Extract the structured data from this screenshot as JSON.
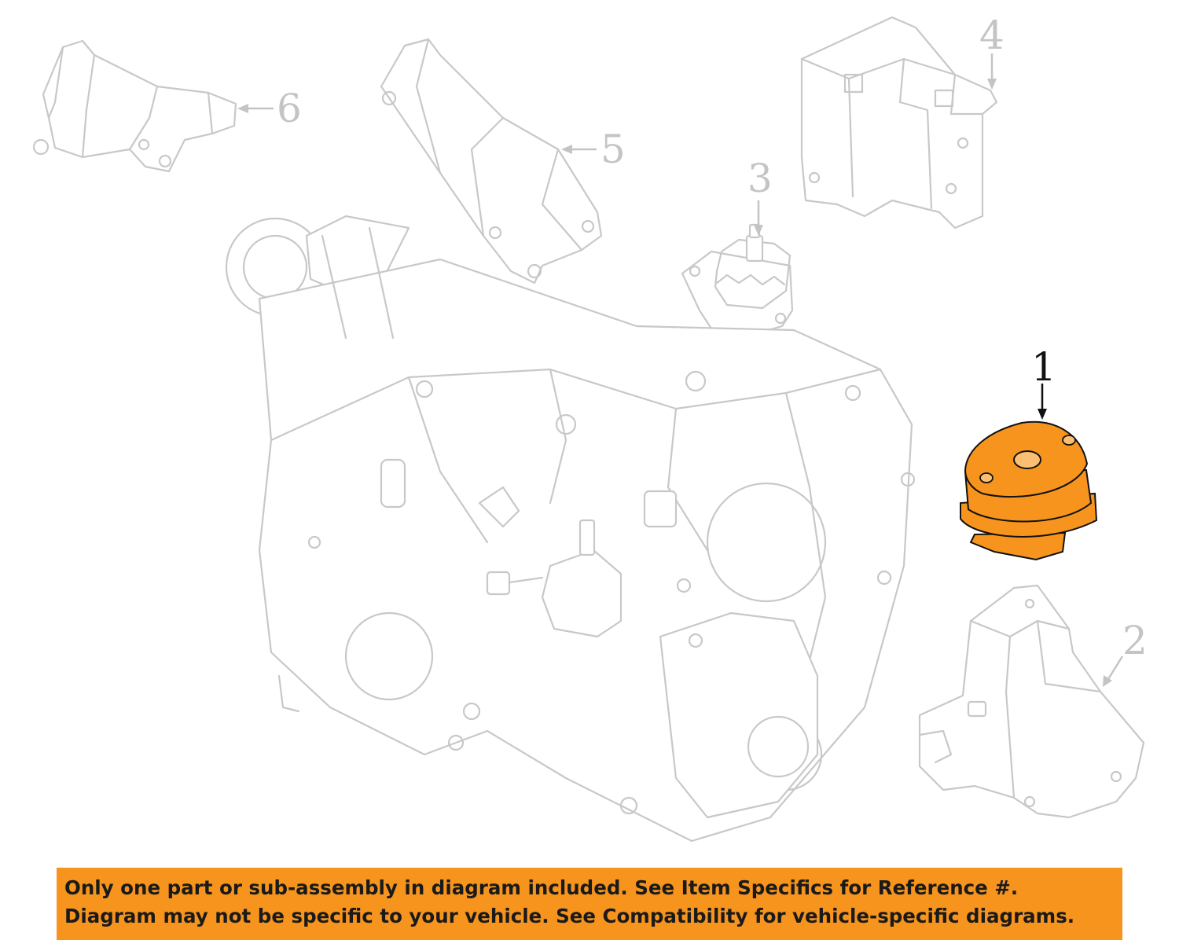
{
  "diagram": {
    "callouts": [
      {
        "id": "1",
        "label": "1",
        "highlighted": true
      },
      {
        "id": "2",
        "label": "2",
        "highlighted": false
      },
      {
        "id": "3",
        "label": "3",
        "highlighted": false
      },
      {
        "id": "4",
        "label": "4",
        "highlighted": false
      },
      {
        "id": "5",
        "label": "5",
        "highlighted": false
      },
      {
        "id": "6",
        "label": "6",
        "highlighted": false
      }
    ],
    "colors": {
      "highlight_part": "#f7941d",
      "ghost_lines": "#c8c8c8",
      "banner": "#f7941d"
    }
  },
  "notice": {
    "line1": "Only one part or sub-assembly in diagram included. See Item Specifics for Reference #.",
    "line2": "Diagram may not be specific to your vehicle. See Compatibility for vehicle-specific diagrams."
  }
}
